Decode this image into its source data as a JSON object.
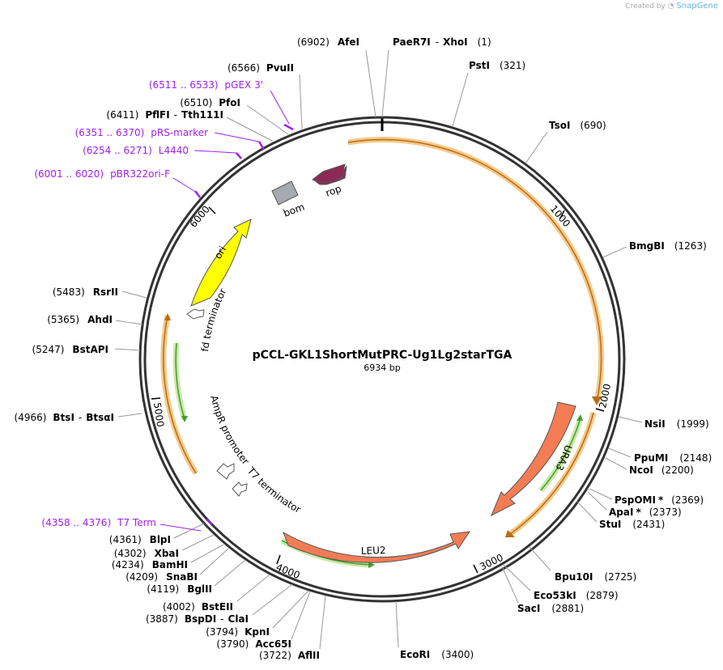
{
  "credit": {
    "prefix": "Created by",
    "brand": "SnapGene"
  },
  "plasmid": {
    "name": "pCCL-GKL1ShortMutPRC-Ug1Lg2starTGA",
    "size_label": "6934 bp"
  },
  "ticks": [
    "1000",
    "2000",
    "3000",
    "4000",
    "5000",
    "6000"
  ],
  "colors": {
    "orange": "#f47c55",
    "yellow": "#ffff00",
    "maroon": "#8c2a55",
    "gray": "#a6aab0",
    "primer": "#a020f0",
    "green_line": "#3fa02a",
    "orange_line": "#c87a18"
  },
  "right_sites": [
    {
      "name": "PaeR7I",
      "sep": "-",
      "name2": "XhoI",
      "pos": "(1)"
    },
    {
      "name": "PstI",
      "pos": "(321)"
    },
    {
      "name": "TsoI",
      "pos": "(690)"
    },
    {
      "name": "BmgBI",
      "pos": "(1263)"
    },
    {
      "name": "NsiI",
      "pos": "(1999)"
    },
    {
      "name": "PpuMI",
      "pos": "(2148)"
    },
    {
      "name": "NcoI",
      "pos": "(2200)"
    },
    {
      "name": "PspOMI",
      "star": "*",
      "pos": "(2369)"
    },
    {
      "name": "ApaI",
      "star": "*",
      "pos": "(2373)"
    },
    {
      "name": "StuI",
      "pos": "(2431)"
    },
    {
      "name": "Bpu10I",
      "pos": "(2725)"
    },
    {
      "name": "Eco53kI",
      "pos": "(2879)"
    },
    {
      "name": "SacI",
      "pos": "(2881)"
    },
    {
      "name": "EcoRI",
      "pos": "(3400)"
    }
  ],
  "left_sites": [
    {
      "name": "AfeI",
      "pos": "(6902)"
    },
    {
      "name": "PvuII",
      "pos": "(6566)"
    },
    {
      "name": "PfoI",
      "pos": "(6510)"
    },
    {
      "name": "PflFI",
      "sep": "-",
      "name2": "Tth111I",
      "pos": "(6411)"
    },
    {
      "name": "RsrII",
      "pos": "(5483)"
    },
    {
      "name": "AhdI",
      "pos": "(5365)"
    },
    {
      "name": "BstAPI",
      "pos": "(5247)"
    },
    {
      "name": "BtsI",
      "sep": "-",
      "name2": "BtsαI",
      "pos": "(4966)"
    },
    {
      "name": "BlpI",
      "pos": "(4361)"
    },
    {
      "name": "XbaI",
      "pos": "(4302)"
    },
    {
      "name": "BamHI",
      "pos": "(4234)"
    },
    {
      "name": "SnaBI",
      "pos": "(4209)"
    },
    {
      "name": "BglII",
      "pos": "(4119)"
    },
    {
      "name": "BstEII",
      "pos": "(4002)"
    },
    {
      "name": "BspDI",
      "sep": "-",
      "name2": "ClaI",
      "pos": "(3887)"
    },
    {
      "name": "KpnI",
      "pos": "(3794)"
    },
    {
      "name": "Acc65I",
      "pos": "(3790)"
    },
    {
      "name": "AflII",
      "pos": "(3722)"
    }
  ],
  "primers": [
    {
      "range": "(6511 .. 6533)",
      "name": "pGEX 3'"
    },
    {
      "range": "(6351 .. 6370)",
      "name": "pRS-marker"
    },
    {
      "range": "(6254 .. 6271)",
      "name": "L4440"
    },
    {
      "range": "(6001 .. 6020)",
      "name": "pBR322ori-F"
    },
    {
      "range": "(4358 .. 4376)",
      "name": "T7 Term"
    }
  ],
  "features": {
    "rop": "rop",
    "bom": "bom",
    "ori": "ori",
    "fd_terminator": "fd terminator",
    "ampr_promoter": "AmpR promoter",
    "t7_terminator": "T7 terminator",
    "ura3": "URA3",
    "leu2": "LEU2"
  }
}
